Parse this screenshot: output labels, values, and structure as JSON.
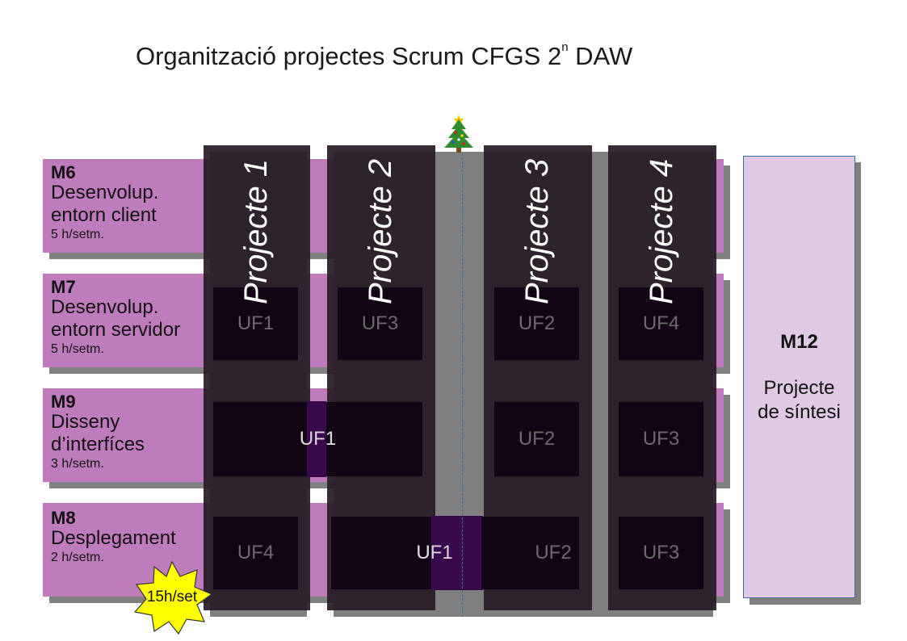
{
  "title": {
    "text": "Organització projectes Scrum CFGS 2",
    "superscript": "n",
    "suffix": " DAW"
  },
  "modules": [
    {
      "code": "M6",
      "name_line1": "Desenvolup.",
      "name_line2": "entorn client",
      "hours": "5 h/setm."
    },
    {
      "code": "M7",
      "name_line1": "Desenvolup.",
      "name_line2": "entorn servidor",
      "hours": "5 h/setm."
    },
    {
      "code": "M9",
      "name_line1": "Disseny",
      "name_line2": "d’interfíces",
      "hours": "3 h/setm."
    },
    {
      "code": "M8",
      "name_line1": "Desplegament",
      "name_line2": "",
      "hours": "2 h/setm."
    }
  ],
  "projects": [
    "Projecte 1",
    "Projecte 2",
    "Projecte 3",
    "Projecte 4"
  ],
  "units": {
    "m7": [
      "UF1",
      "UF3",
      "UF2",
      "UF4"
    ],
    "m9": [
      "UF1",
      "UF2",
      "UF3"
    ],
    "m8": [
      "UF4",
      "UF1",
      "UF2",
      "UF3"
    ]
  },
  "m12": {
    "code": "M12",
    "text": "Projecte\nde síntesi"
  },
  "badge": {
    "text": "15h/set"
  },
  "icons": {
    "holiday": "christmas-tree-icon",
    "badge": "star-burst-icon"
  },
  "colors": {
    "band": "#bf7cbc",
    "project_column": "#2c1e2a",
    "unit_box": "#120414",
    "highlight": "#380a4d",
    "m12_fill": "#dfc9e4",
    "badge_fill": "#ffff00"
  }
}
